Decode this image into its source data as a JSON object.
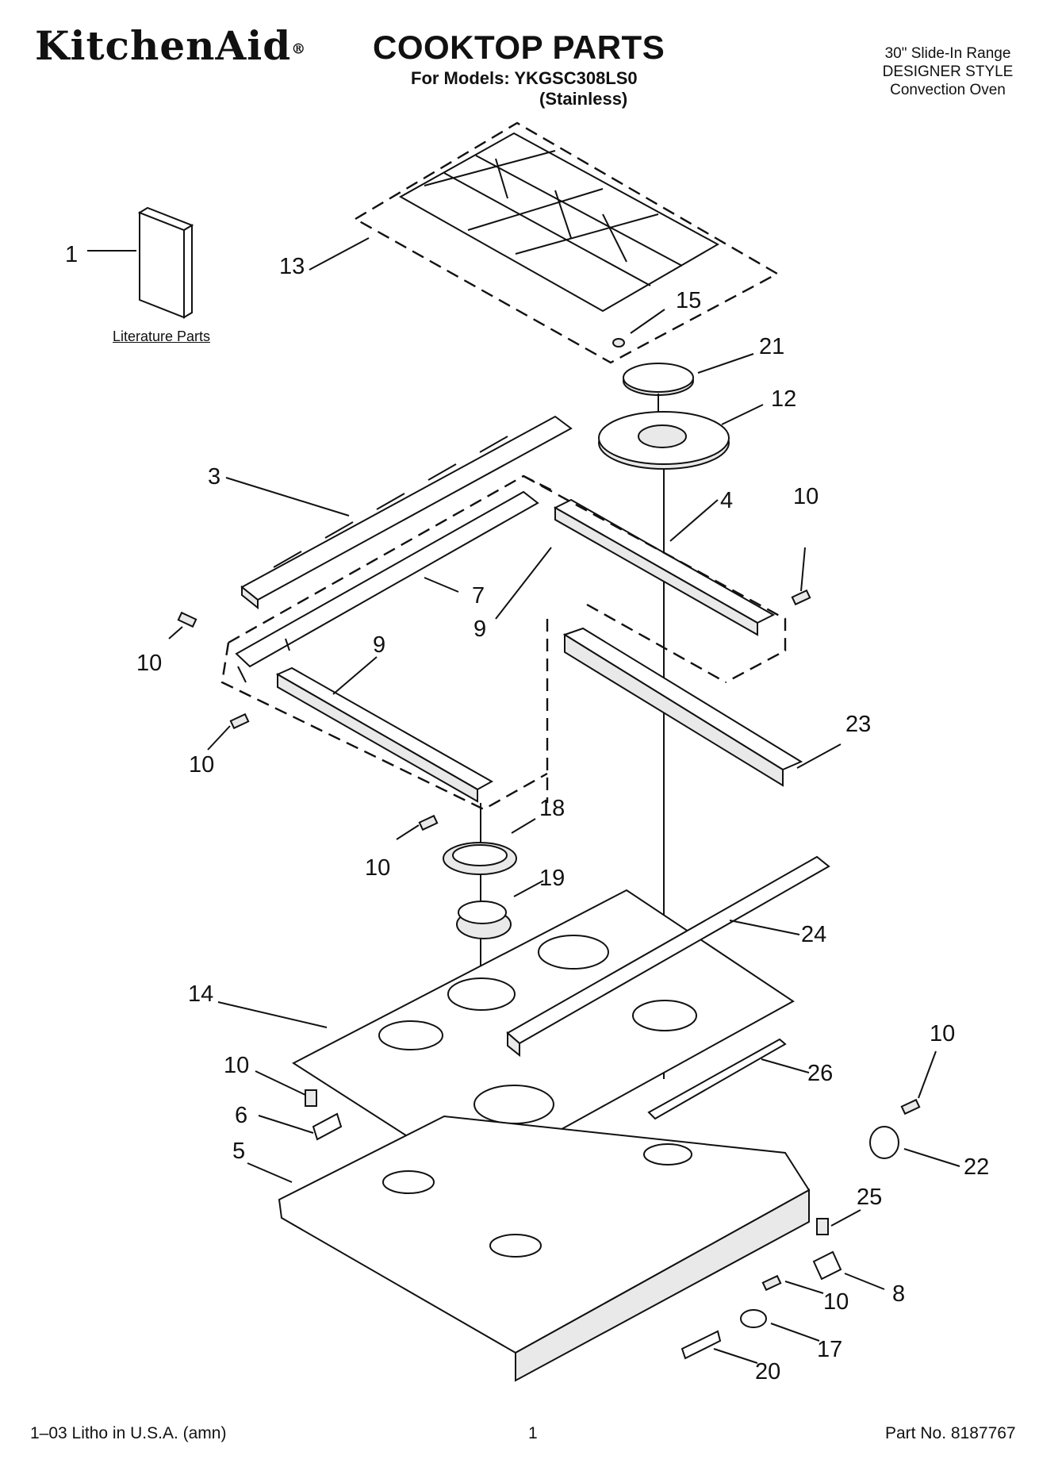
{
  "header": {
    "brand": "KitchenAid",
    "brand_mark": "®",
    "title": "COOKTOP PARTS",
    "models": "For Models: YKGSC308LS0",
    "variant": "(Stainless)",
    "meta": [
      "30\" Slide-In Range",
      "DESIGNER STYLE",
      "Convection Oven"
    ]
  },
  "literature_label": "Literature Parts",
  "callouts": [
    {
      "id": "c1",
      "text": "1"
    },
    {
      "id": "c13",
      "text": "13"
    },
    {
      "id": "c15",
      "text": "15"
    },
    {
      "id": "c21",
      "text": "21"
    },
    {
      "id": "c12",
      "text": "12"
    },
    {
      "id": "c3",
      "text": "3"
    },
    {
      "id": "c4",
      "text": "4"
    },
    {
      "id": "c10a",
      "text": "10"
    },
    {
      "id": "c7",
      "text": "7"
    },
    {
      "id": "c9a",
      "text": "9"
    },
    {
      "id": "c10b",
      "text": "10"
    },
    {
      "id": "c9b",
      "text": "9"
    },
    {
      "id": "c23",
      "text": "23"
    },
    {
      "id": "c10c",
      "text": "10"
    },
    {
      "id": "c18",
      "text": "18"
    },
    {
      "id": "c10d",
      "text": "10"
    },
    {
      "id": "c19",
      "text": "19"
    },
    {
      "id": "c24",
      "text": "24"
    },
    {
      "id": "c14",
      "text": "14"
    },
    {
      "id": "c10e",
      "text": "10"
    },
    {
      "id": "c10f",
      "text": "10"
    },
    {
      "id": "c26",
      "text": "26"
    },
    {
      "id": "c6",
      "text": "6"
    },
    {
      "id": "c22",
      "text": "22"
    },
    {
      "id": "c5",
      "text": "5"
    },
    {
      "id": "c25",
      "text": "25"
    },
    {
      "id": "c8",
      "text": "8"
    },
    {
      "id": "c10g",
      "text": "10"
    },
    {
      "id": "c17",
      "text": "17"
    },
    {
      "id": "c20",
      "text": "20"
    }
  ],
  "footer": {
    "left": "1–03 Litho in U.S.A. (amn)",
    "page": "1",
    "right": "Part No. 8187767"
  }
}
